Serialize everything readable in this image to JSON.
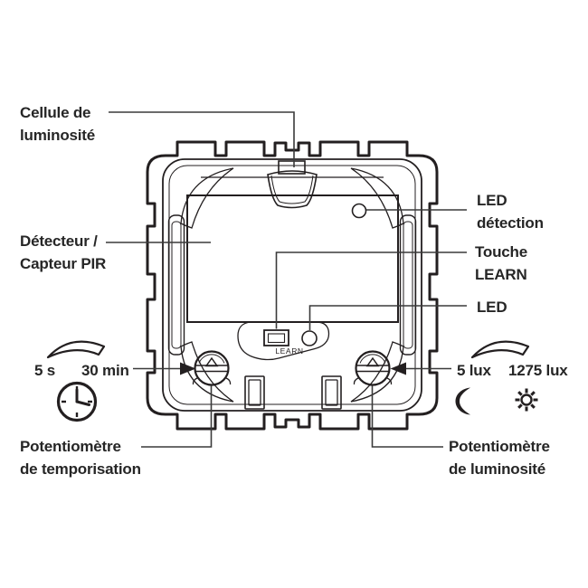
{
  "colors": {
    "ink": "#231f20",
    "text": "#262626",
    "leader": "#3a3a3a",
    "background": "#ffffff"
  },
  "device": {
    "learn_label": "LEARN"
  },
  "callouts": {
    "cell": {
      "line1": "Cellule de",
      "line2": "luminosité"
    },
    "detector": {
      "line1": "Détecteur /",
      "line2": "Capteur PIR"
    },
    "led_detection": {
      "line1": "LED",
      "line2": "détection"
    },
    "learn_button": {
      "line1": "Touche",
      "line2": "LEARN"
    },
    "led": {
      "label": "LED"
    },
    "timer": {
      "min": "5 s",
      "max": "30 min",
      "name1": "Potentiomètre",
      "name2": "de temporisation"
    },
    "lux": {
      "min": "5 lux",
      "max": "1275 lux",
      "name1": "Potentiomètre",
      "name2": "de luminosité"
    }
  },
  "icons": {
    "clock": "clock-icon",
    "moon": "crescent-moon-icon",
    "sun": "sun-icon",
    "rotation_left": "rotation-arc-icon",
    "rotation_right": "rotation-arc-icon"
  }
}
